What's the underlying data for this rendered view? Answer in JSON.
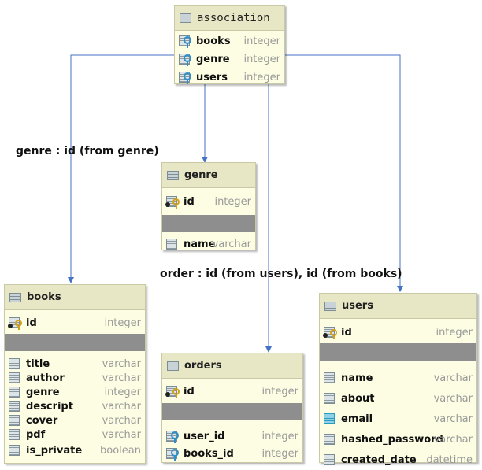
{
  "tables": {
    "association": {
      "name": "association",
      "columns": [
        {
          "name": "books",
          "type": "integer",
          "icon": "key-fk-icon"
        },
        {
          "name": "genre",
          "type": "integer",
          "icon": "key-fk-icon"
        },
        {
          "name": "users",
          "type": "integer",
          "icon": "key-fk-icon"
        }
      ]
    },
    "genre": {
      "name": "genre",
      "keys": [
        {
          "name": "id",
          "type": "integer",
          "icon": "primary-key-icon"
        }
      ],
      "columns": [
        {
          "name": "name",
          "type": "varchar",
          "icon": "column-icon"
        }
      ]
    },
    "books": {
      "name": "books",
      "keys": [
        {
          "name": "id",
          "type": "integer",
          "icon": "primary-key-icon"
        }
      ],
      "columns": [
        {
          "name": "title",
          "type": "varchar",
          "icon": "column-icon"
        },
        {
          "name": "author",
          "type": "varchar",
          "icon": "column-icon"
        },
        {
          "name": "genre",
          "type": "integer",
          "icon": "column-icon"
        },
        {
          "name": "descript",
          "type": "varchar",
          "icon": "column-icon"
        },
        {
          "name": "cover",
          "type": "varchar",
          "icon": "column-icon"
        },
        {
          "name": "pdf",
          "type": "varchar",
          "icon": "column-icon"
        },
        {
          "name": "is_private",
          "type": "boolean",
          "icon": "column-icon"
        }
      ]
    },
    "orders": {
      "name": "orders",
      "keys": [
        {
          "name": "id",
          "type": "integer",
          "icon": "primary-key-icon"
        }
      ],
      "columns": [
        {
          "name": "user_id",
          "type": "integer",
          "icon": "key-fk-icon"
        },
        {
          "name": "books_id",
          "type": "integer",
          "icon": "key-fk-icon"
        }
      ]
    },
    "users": {
      "name": "users",
      "keys": [
        {
          "name": "id",
          "type": "integer",
          "icon": "primary-key-icon"
        }
      ],
      "columns": [
        {
          "name": "name",
          "type": "varchar",
          "icon": "column-icon"
        },
        {
          "name": "about",
          "type": "varchar",
          "icon": "column-icon"
        },
        {
          "name": "email",
          "type": "varchar",
          "icon": "unique-column-icon"
        },
        {
          "name": "hashed_password",
          "type": "varchar",
          "icon": "column-icon"
        },
        {
          "name": "created_date",
          "type": "datetime",
          "icon": "column-icon"
        }
      ]
    }
  },
  "labels": {
    "genre_relation": "genre : id (from genre)",
    "order_relation": "order : id (from users), id (from books)"
  },
  "colors": {
    "table_bg": "#fdfde3",
    "header_bg": "#e7e7c5",
    "separator": "#8e8e8e",
    "connector": "#4472c4",
    "type_text": "#999999"
  }
}
